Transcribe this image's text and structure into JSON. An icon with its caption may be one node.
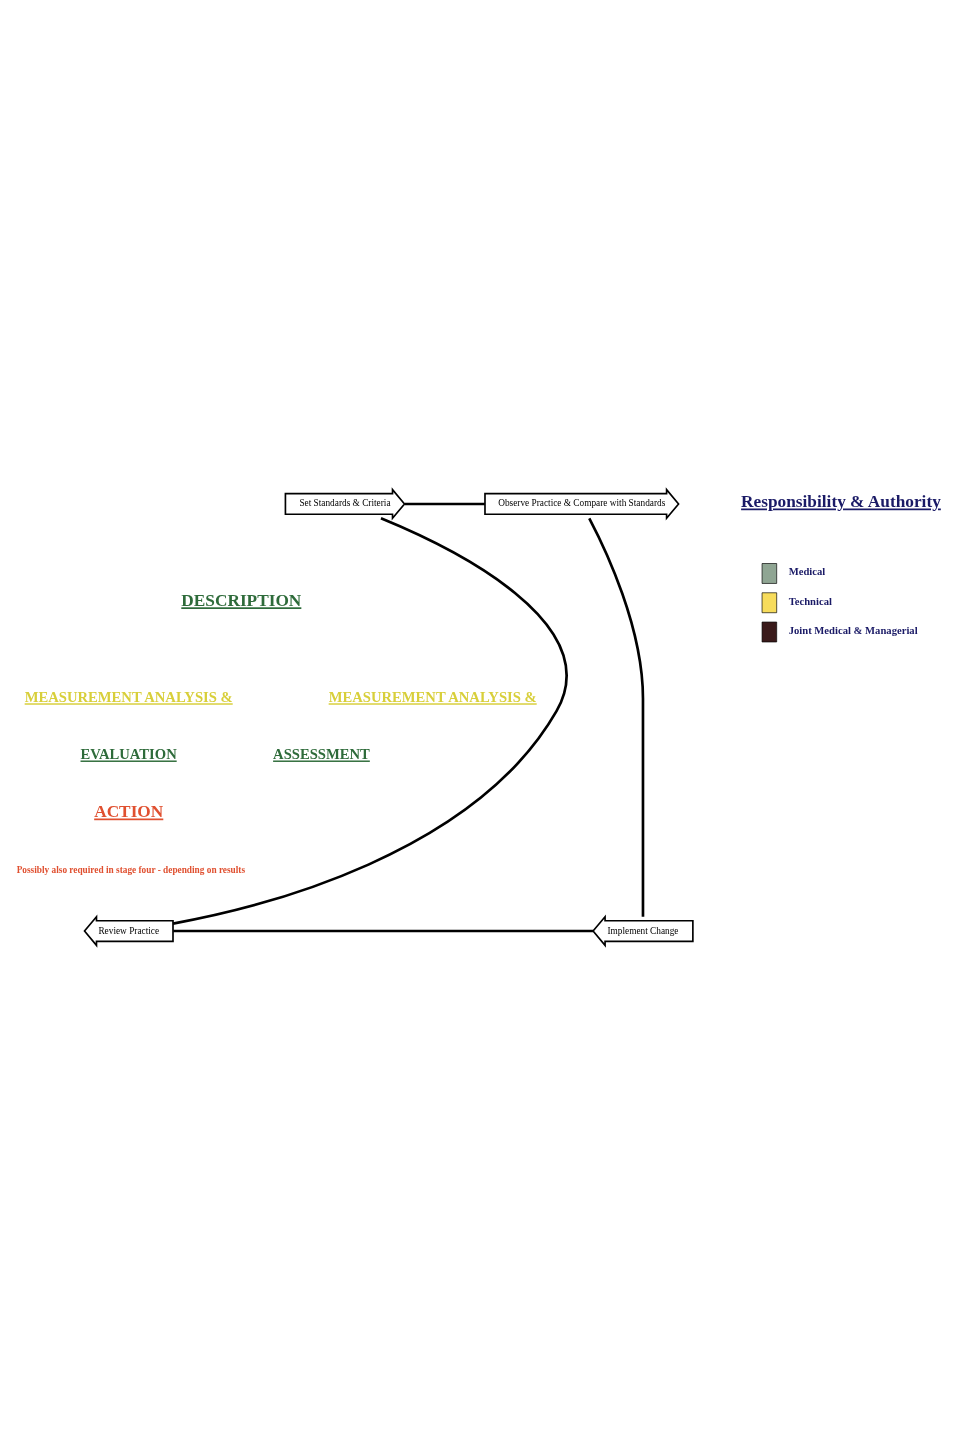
{
  "diagram": {
    "nodes": [
      {
        "text": [
          "Set Standards & Criteria"
        ]
      },
      {
        "text": [
          "Observe Practice & Compare with Standards"
        ]
      },
      {
        "text": [
          "Implement Change"
        ]
      },
      {
        "text": [
          "Review Practice"
        ]
      }
    ],
    "edges": [
      {
        "from": 0,
        "to": 1,
        "arrow": "none"
      },
      {
        "from": 1,
        "to": 2,
        "arrow": "none"
      },
      {
        "from": 2,
        "to": 3,
        "arrow": "none"
      },
      {
        "from": 3,
        "to": 0,
        "arrow": "none"
      }
    ],
    "labels": [
      "DESCRIPTION",
      "MEASUREMENT ANALYSIS &",
      "EVALUATION",
      "ACTION",
      "Possibly also required in stage four - depending on results",
      "MEASUREMENT ANALYSIS &",
      "ASSESSMENT",
      "Responsibility & Authority"
    ],
    "legend": [
      {
        "text": "Medical",
        "color": "#8fa593"
      },
      {
        "text": "Technical",
        "color": "#f7dc5c"
      },
      {
        "text": "Joint Medical & Managerial",
        "color": "#3a1a1a"
      }
    ]
  }
}
